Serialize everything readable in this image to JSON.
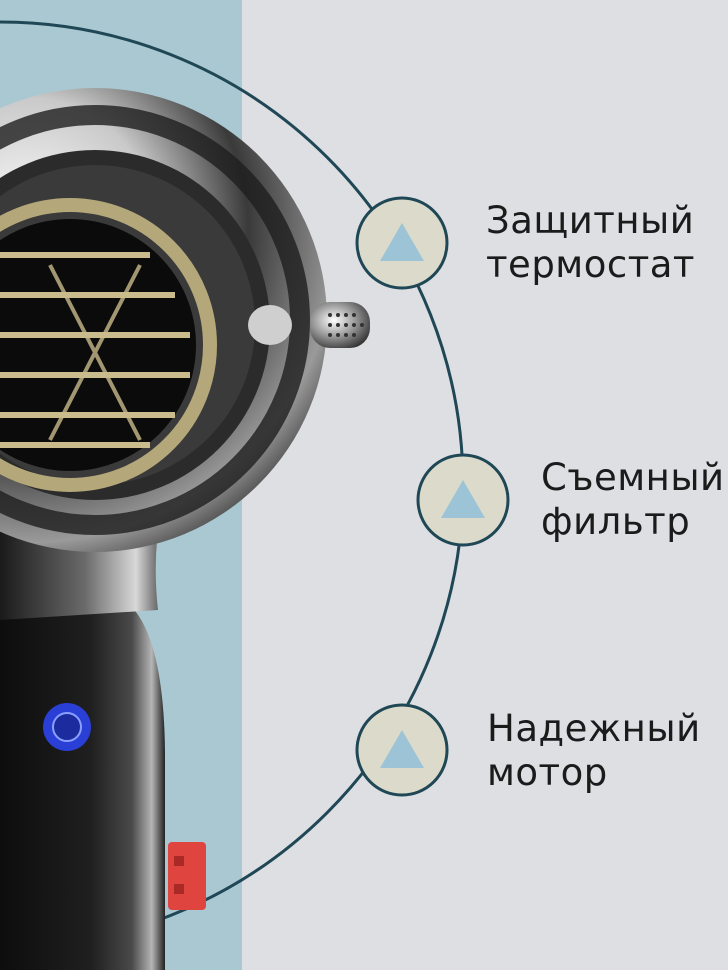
{
  "features": [
    {
      "line1": "Защитный",
      "line2": "термостат",
      "icon": "triangle-up-icon"
    },
    {
      "line1": "Съемный",
      "line2": "фильтр",
      "icon": "triangle-up-icon"
    },
    {
      "line1": "Надежный",
      "line2": "мотор",
      "icon": "triangle-up-icon"
    }
  ],
  "colors": {
    "background": "#dddfe3",
    "side_panel": "#a9c8d1",
    "arc_line": "#1f4755",
    "badge_fill": "#dcdbcb",
    "badge_stroke": "#1f4755",
    "triangle": "#9cc4d6",
    "text": "#1b1b1b",
    "button_blue": "#2a3fd6",
    "switch_red": "#e0443f"
  }
}
